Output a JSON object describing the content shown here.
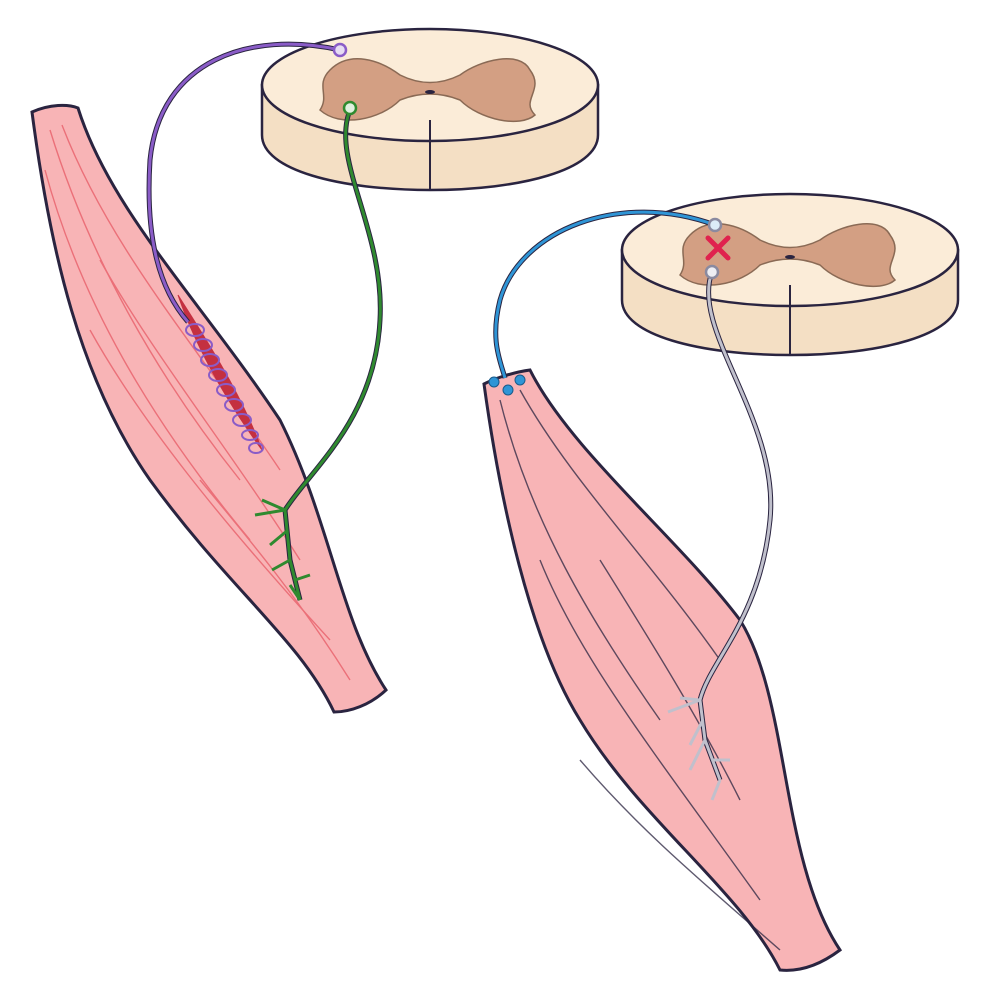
{
  "colors": {
    "muscle_fill": "#f8b4b6",
    "muscle_outline": "#2a2440",
    "muscle_fiber": "#e8606a",
    "cord_white_matter": "#fbecd8",
    "cord_gray_matter": "#d39f83",
    "afferent_left": "#8a5cc7",
    "efferent_left": "#2f8a2f",
    "afferent_right": "#2f95d6",
    "efferent_right": "#a8a8b4",
    "block_mark": "#e0224e"
  },
  "icons": [
    "spinal-cord-section",
    "muscle",
    "muscle-spindle",
    "nerve-fiber",
    "blocked-synapse-x"
  ]
}
